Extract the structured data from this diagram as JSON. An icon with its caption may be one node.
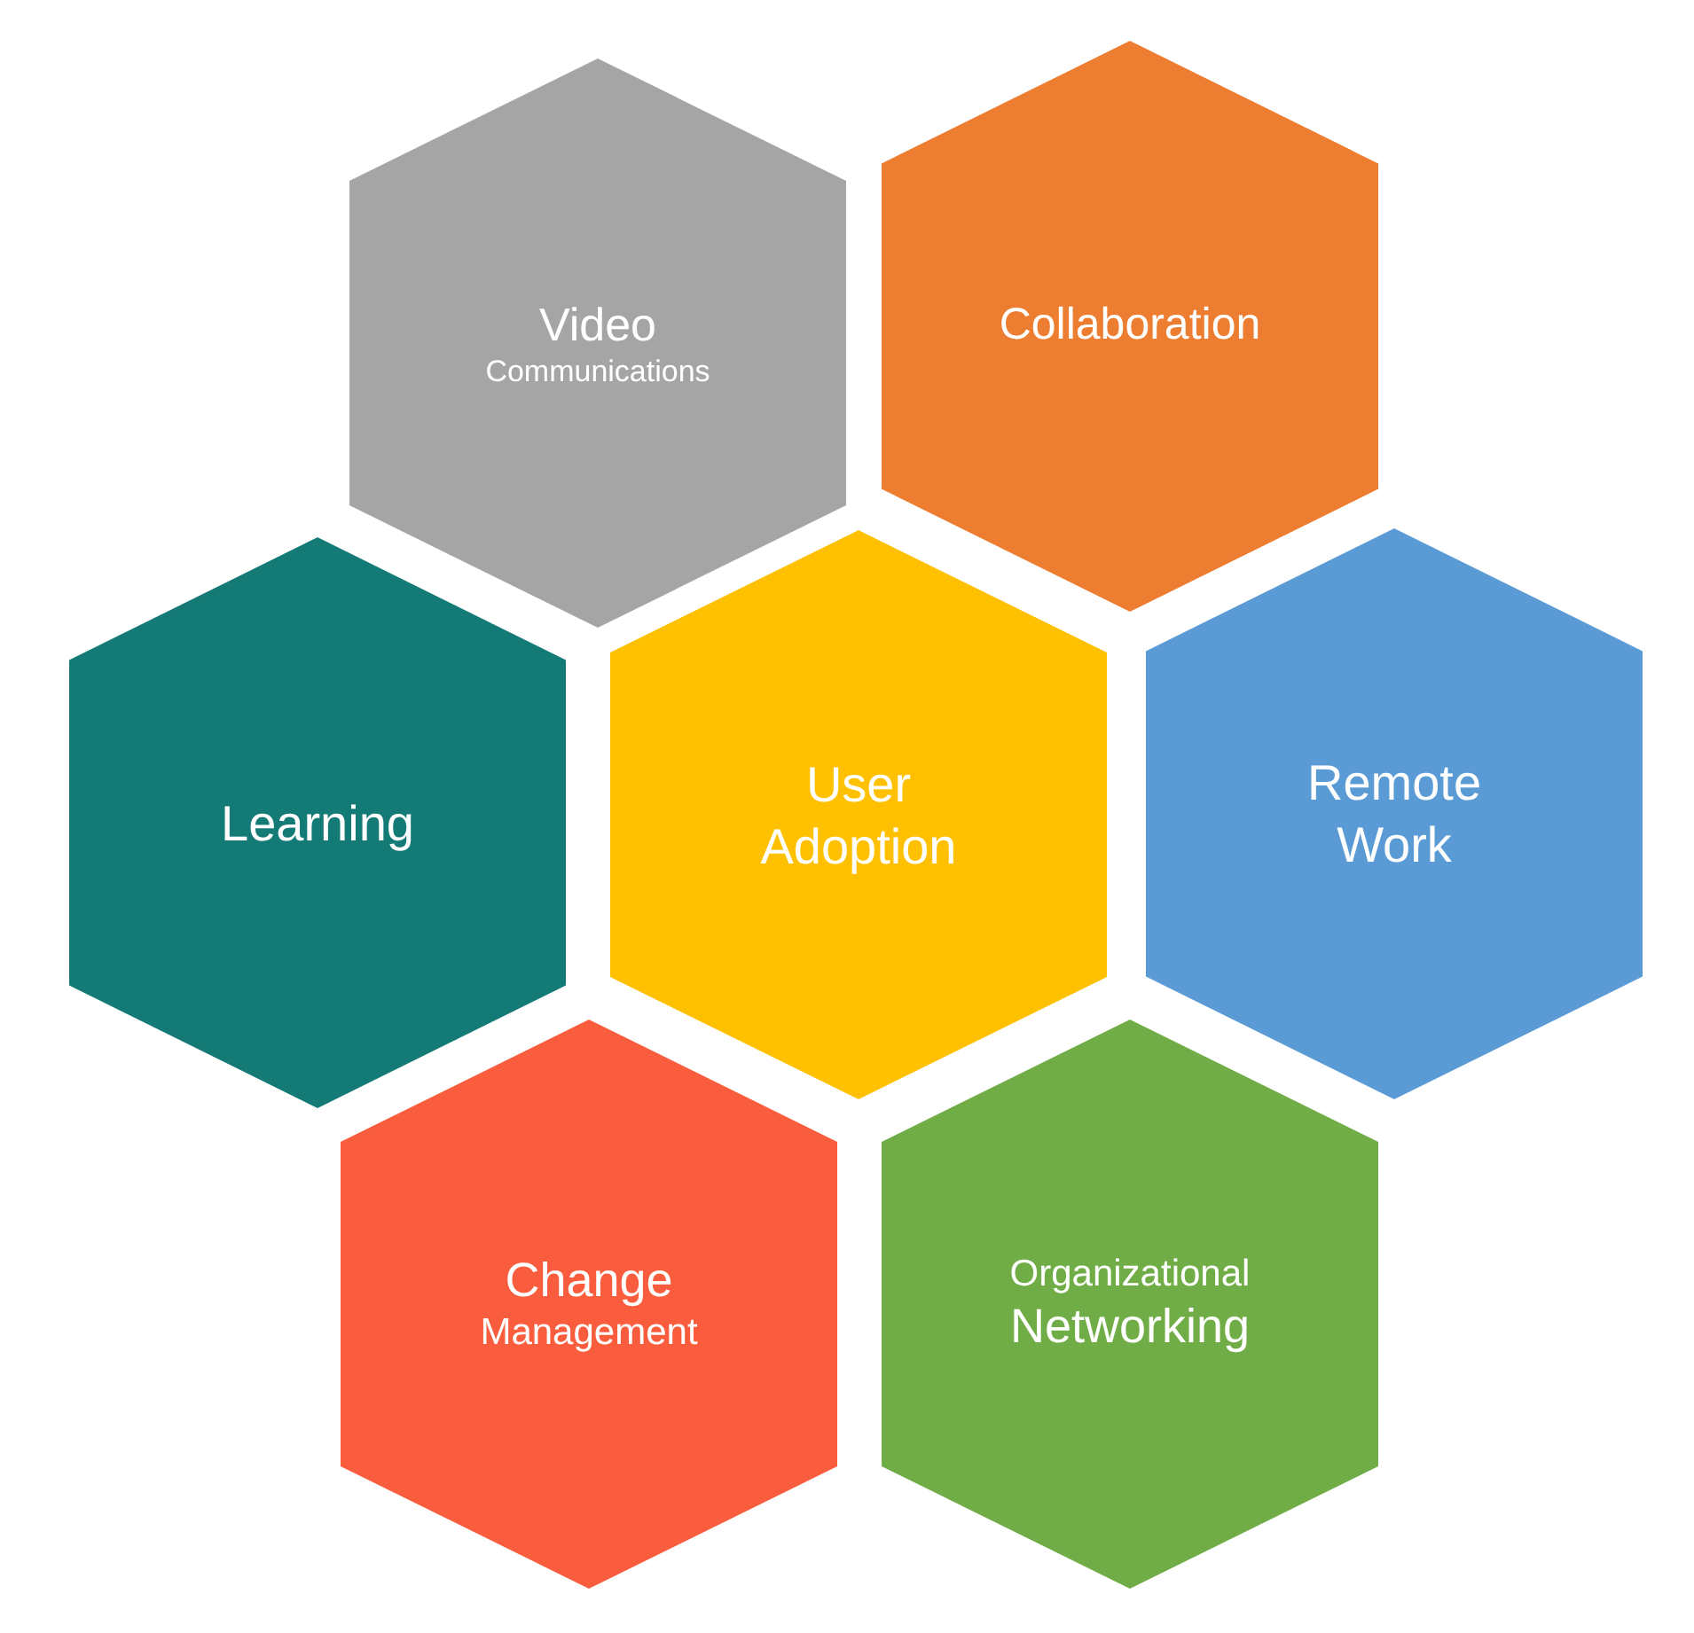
{
  "diagram": {
    "nodes": [
      {
        "text": [
          "Video",
          "Communications"
        ]
      },
      {
        "text": [
          "Collaboration"
        ]
      },
      {
        "text": [
          "Learning"
        ]
      },
      {
        "text": [
          "User Adoption"
        ]
      },
      {
        "text": [
          "Remote Work"
        ]
      },
      {
        "text": [
          "Change",
          "Management"
        ]
      },
      {
        "text": [
          "Organizational",
          "Networking"
        ]
      }
    ]
  }
}
